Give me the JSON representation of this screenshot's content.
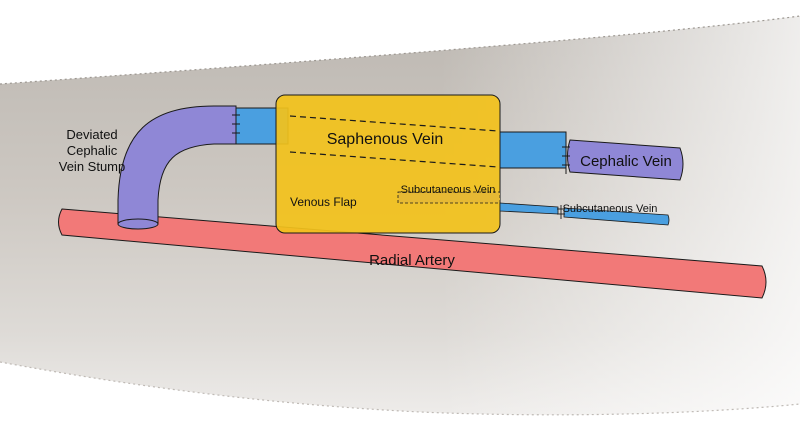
{
  "labels": {
    "stump_line1": "Deviated",
    "stump_line2": "Cephalic",
    "stump_line3": "Vein Stump",
    "saphenous_vein": "Saphenous Vein",
    "cephalic_vein": "Cephalic Vein",
    "subcutaneous_vein_in_flap": "Subcutaneous Vein",
    "subcutaneous_vein_outside": "Subcutaneous Vein",
    "venous_flap": "Venous Flap",
    "radial_artery": "Radial Artery"
  },
  "colors": {
    "skin": "#cbc6c0",
    "skin_light": "#e9e7e5",
    "cephalic_vein": "#8f87d6",
    "saphenous_vein": "#4a9fe0",
    "venous_flap": "#f2c21c",
    "radial_artery": "#f27978",
    "outline": "#1a1a1a"
  }
}
